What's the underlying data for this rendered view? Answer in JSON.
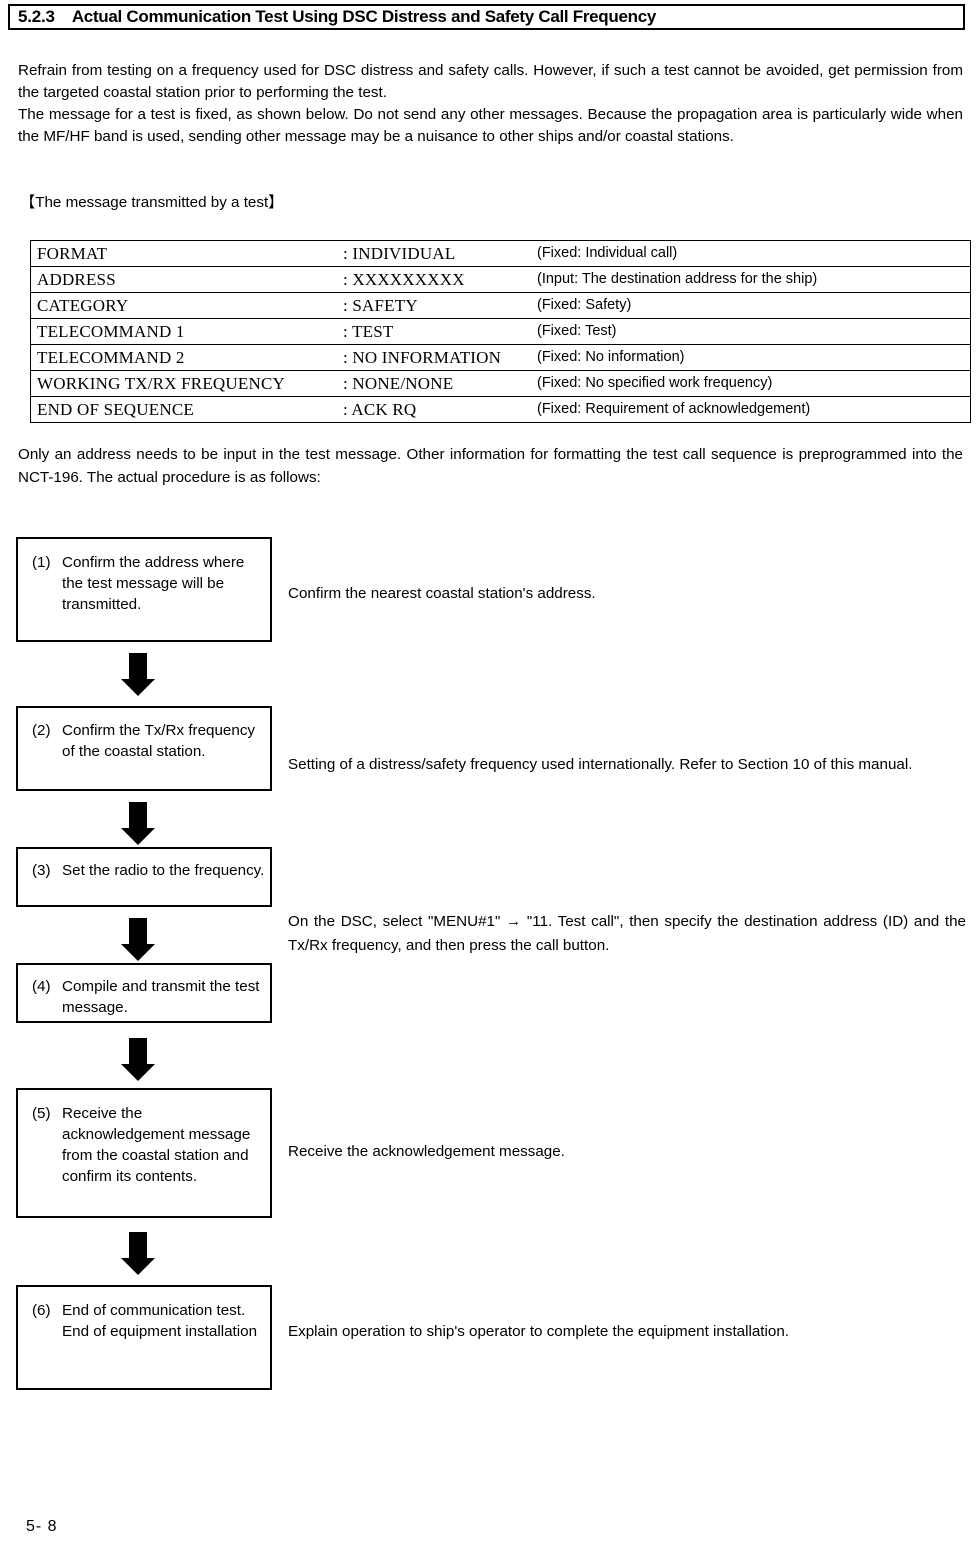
{
  "header": {
    "number": "5.2.3",
    "title": "Actual Communication Test Using DSC Distress and Safety Call Frequency"
  },
  "intro": {
    "p1": "Refrain from testing on a frequency used for DSC distress and safety calls. However, if such a test cannot be avoided, get permission from the targeted coastal station prior to performing the test.",
    "p2": "The message for a test is fixed, as shown below. Do not send any other messages. Because the propagation area is particularly wide when the MF/HF band is used, sending other message may be a nuisance to other ships and/or coastal stations."
  },
  "message_caption": "【The message transmitted by a test】",
  "message_table": {
    "rows": [
      {
        "field": "FORMAT",
        "value": ": INDIVIDUAL",
        "note": "(Fixed: Individual call)"
      },
      {
        "field": "ADDRESS",
        "value": ": XXXXXXXXX",
        "note": "(Input: The destination address for the ship)"
      },
      {
        "field": "CATEGORY",
        "value": ": SAFETY",
        "note": "(Fixed: Safety)"
      },
      {
        "field": "TELECOMMAND 1",
        "value": ": TEST",
        "note": "(Fixed: Test)"
      },
      {
        "field": "TELECOMMAND 2",
        "value": ": NO INFORMATION",
        "note": "(Fixed: No information)"
      },
      {
        "field": "WORKING TX/RX FREQUENCY",
        "value": ": NONE/NONE",
        "note": "(Fixed: No specified work frequency)"
      },
      {
        "field": "END OF SEQUENCE",
        "value": ": ACK RQ",
        "note": "(Fixed: Requirement of acknowledgement)"
      }
    ]
  },
  "after_table": {
    "text": "Only an address needs to be input in the test message. Other information for formatting the test call sequence is preprogrammed into the NCT-196. The actual procedure is as follows:"
  },
  "flowchart": {
    "steps": [
      {
        "index": "(1)",
        "text": "Confirm the address where the test message will be transmitted."
      },
      {
        "index": "(2)",
        "text": "Confirm the Tx/Rx frequency of the coastal station."
      },
      {
        "index": "(3)",
        "text": "Set the radio to the frequency."
      },
      {
        "index": "(4)",
        "text": "Compile and transmit the test message."
      },
      {
        "index": "(5)",
        "text": "Receive the acknowledgement message from the coastal station and confirm its contents."
      },
      {
        "index": "(6)",
        "text": "End of communication test.\nEnd of equipment installation"
      }
    ],
    "notes": [
      {
        "text": "Confirm the nearest coastal station's address."
      },
      {
        "text": "Setting of a distress/safety frequency used internationally. Refer to Section 10 of this manual."
      },
      {
        "text": "On the DSC, select \"MENU#1\" → \"11. Test call\", then specify the destination address (ID) and the Tx/Rx frequency, and then press the call button."
      },
      {
        "text": "Receive the acknowledgement message."
      },
      {
        "text": "Explain operation to ship's operator to complete the equipment installation."
      }
    ]
  },
  "footer": {
    "page": "5- 8"
  }
}
